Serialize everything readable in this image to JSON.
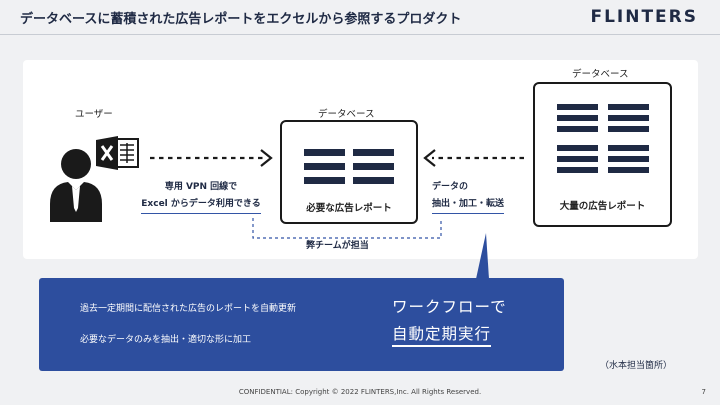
{
  "header": {
    "title": "データベースに蓄積された広告レポートをエクセルから参照するプロダクト",
    "logo": "FLINTERS"
  },
  "diagram": {
    "user_label": "ユーザー",
    "user_note_line1": "専用 VPN 回線で",
    "user_note_line2": "Excel からデータ利用できる",
    "center_db_label": "データベース",
    "center_box_text": "必要な広告レポート",
    "right_db_label": "データベース",
    "right_box_text": "大量の広告レポート",
    "process_note_line1": "データの",
    "process_note_line2": "抽出・加工・転送",
    "team_note": "弊チームが担当"
  },
  "workflow_box": {
    "bullet1": "過去一定期間に配信された広告のレポートを自動更新",
    "bullet2": "必要なデータのみを抽出・適切な形に加工",
    "title_line1": "ワークフローで",
    "title_line2": "自動定期実行"
  },
  "credit": "（水本担当箇所）",
  "footer": {
    "copyright": "CONFIDENTIAL: Copyright © 2022 FLINTERS,Inc. All Rights Reserved.",
    "page_number": "7"
  },
  "colors": {
    "brand_navy": "#1f2a44",
    "accent_blue": "#2d4e9e",
    "panel_bg": "#ffffff",
    "slide_bg": "#f0f1f3"
  }
}
